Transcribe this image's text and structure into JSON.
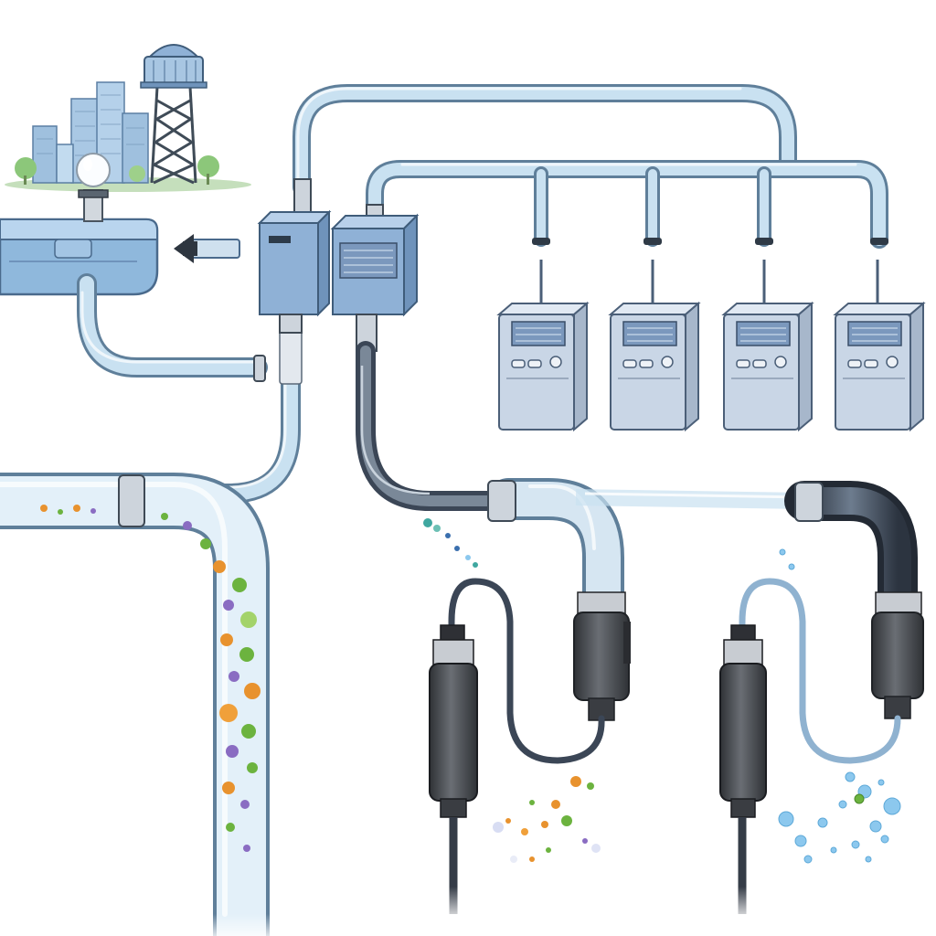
{
  "colors": {
    "pipe_outline": "#5f7f9a",
    "pipe_water": "#c9e1f1",
    "control_box": "#8fb1d6",
    "meter": "#c9d6e6",
    "sensor": "#4a4d52",
    "cable_dark": "#3b4656",
    "cable_light": "#8fb2d0",
    "contaminant_green": "#6cb33f",
    "contaminant_orange": "#e8922e",
    "contaminant_purple": "#8a6cc2",
    "water_drop": "#8cc8ee"
  },
  "icons": {
    "city": "city-skyline-icon",
    "tower": "water-tower-icon",
    "lamp": "light-bulb-icon",
    "arrow": "left-arrow-icon"
  },
  "meters": [
    {
      "id": "meter-1"
    },
    {
      "id": "meter-2"
    },
    {
      "id": "meter-3"
    },
    {
      "id": "meter-4"
    }
  ]
}
